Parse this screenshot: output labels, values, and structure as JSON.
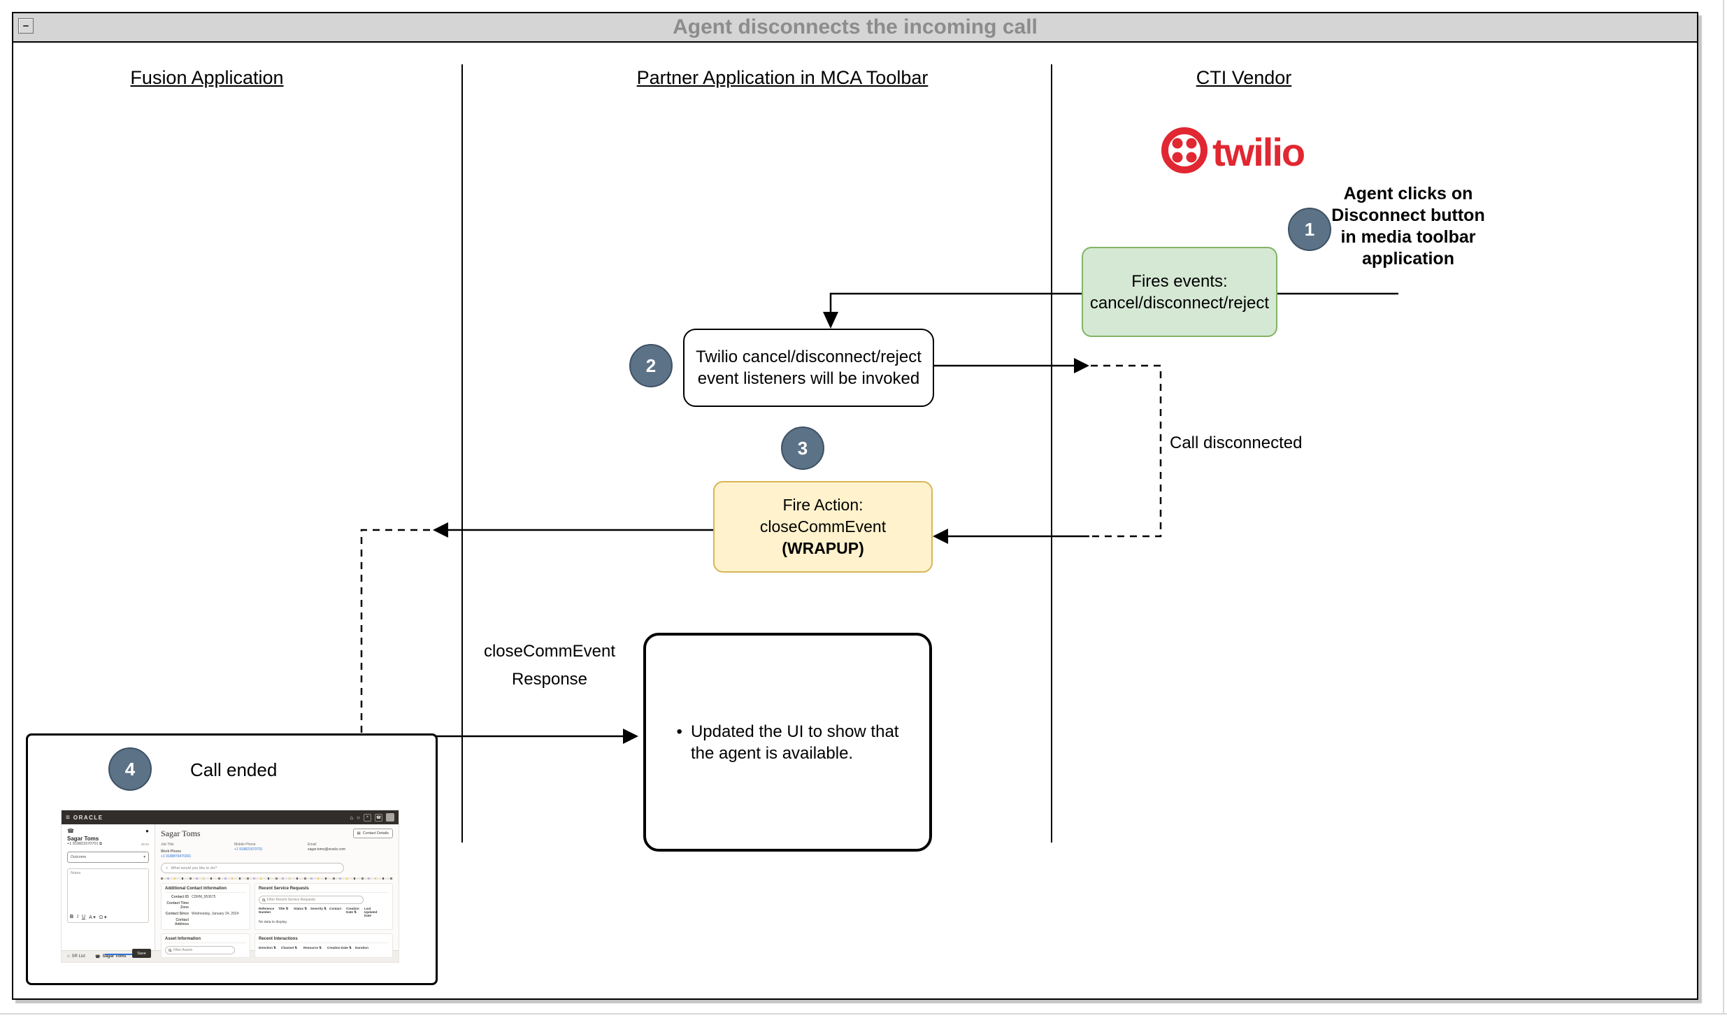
{
  "page": {
    "title": "Agent disconnects the incoming call",
    "collapse_glyph": "−"
  },
  "lanes": {
    "fusion": "Fusion Application",
    "partner": "Partner Application in MCA Toolbar",
    "cti": "CTI Vendor"
  },
  "vendor": {
    "wordmark": "twilio"
  },
  "steps": {
    "s1": "1",
    "s2": "2",
    "s3": "3",
    "s4": "4"
  },
  "annotations": {
    "agent_clicks": "Agent clicks on\nDisconnect button\nin media toolbar\napplication",
    "call_disconnected": "Call disconnected",
    "close_comm_response": "closeCommEvent\nResponse",
    "call_ended": "Call ended"
  },
  "nodes": {
    "fires_events": "Fires events:\ncancel/disconnect/reject",
    "listeners": "Twilio cancel/disconnect/reject\nevent listeners will be invoked",
    "fire_action_line1": "Fire Action:",
    "fire_action_line2": "closeCommEvent",
    "fire_action_line3": "(WRAPUP)",
    "updated_ui_bullet": "•",
    "updated_ui_text": "Updated the UI to show that\nthe agent is available."
  },
  "colors": {
    "green_fill": "#d5e8d4",
    "green_stroke": "#82b366",
    "yellow_fill": "#fff2cc",
    "yellow_stroke": "#d6b656",
    "step_fill": "#5c7287",
    "step_stroke": "#3f5266",
    "twilio_red": "#e12731",
    "titlebar_bg": "#d5d5d5",
    "title_text": "#8c8c8c"
  },
  "screenshot": {
    "topbar": {
      "menu_icon": "≡",
      "brand": "ORACLE",
      "home_icon": "⌂",
      "bell_icon": "○",
      "person_icon": "×",
      "phone_icon": "☎"
    },
    "softphone": {
      "phone_icon": "☎",
      "record_dot": "●",
      "name": "Sagar Toms",
      "number": "+1 919821670701",
      "copy_icon": "⧉",
      "timer": "45:04",
      "outcome_value": "Outcome",
      "outcome_caret": "▾",
      "notes_placeholder": "Notes",
      "fmt_bold": "B",
      "fmt_italic": "I",
      "fmt_underline": "U",
      "fmt_color": "A ▾",
      "fmt_symbol": "Ω ▾",
      "save_label": "Save"
    },
    "tabbar": {
      "home_icon": "⌂",
      "sr_list": "SR List",
      "phone_icon": "☎",
      "contact_tab": "Sagar Toms",
      "close_icon": "×"
    },
    "contact": {
      "name": "Sagar Toms",
      "details_icon": "▤",
      "details_button": "Contact Details",
      "job_title_label": "Job Title",
      "work_phone_label": "Work Phone",
      "work_phone_value": "+1 9198876470301",
      "mobile_label": "Mobile Phone",
      "mobile_value": "+1 919821670701",
      "email_label": "Email",
      "email_value": "sagar.toms@oracle.com",
      "assistant_chevron": ">",
      "assistant_placeholder": "What would you like to do?"
    },
    "sections": {
      "aci": {
        "title": "Additional Contact Information",
        "rows": [
          {
            "label": "Contact ID",
            "value": "CDRM_953675"
          },
          {
            "label": "Contact Time Zone",
            "value": ""
          },
          {
            "label": "Contact Since",
            "value": "Wednesday, January 24, 2024"
          },
          {
            "label": "Contact Address",
            "value": ""
          }
        ]
      },
      "rsr": {
        "title": "Recent Service Requests",
        "filter_placeholder": "Filter Recent Service Requests",
        "cols": [
          "Reference Number",
          "Title ⇅",
          "Status ⇅",
          "Severity ⇅",
          "Contact",
          "Creation Date ⇅",
          "Last Updated Date"
        ],
        "empty": "No data to display."
      },
      "asset": {
        "title": "Asset Information",
        "filter_placeholder": "Filter Assets"
      },
      "ri": {
        "title": "Recent Interactions",
        "cols": [
          "Direction ⇅",
          "Channel ⇅",
          "Resource ⇅",
          "Creation Date ⇅",
          "Duration"
        ]
      }
    }
  }
}
